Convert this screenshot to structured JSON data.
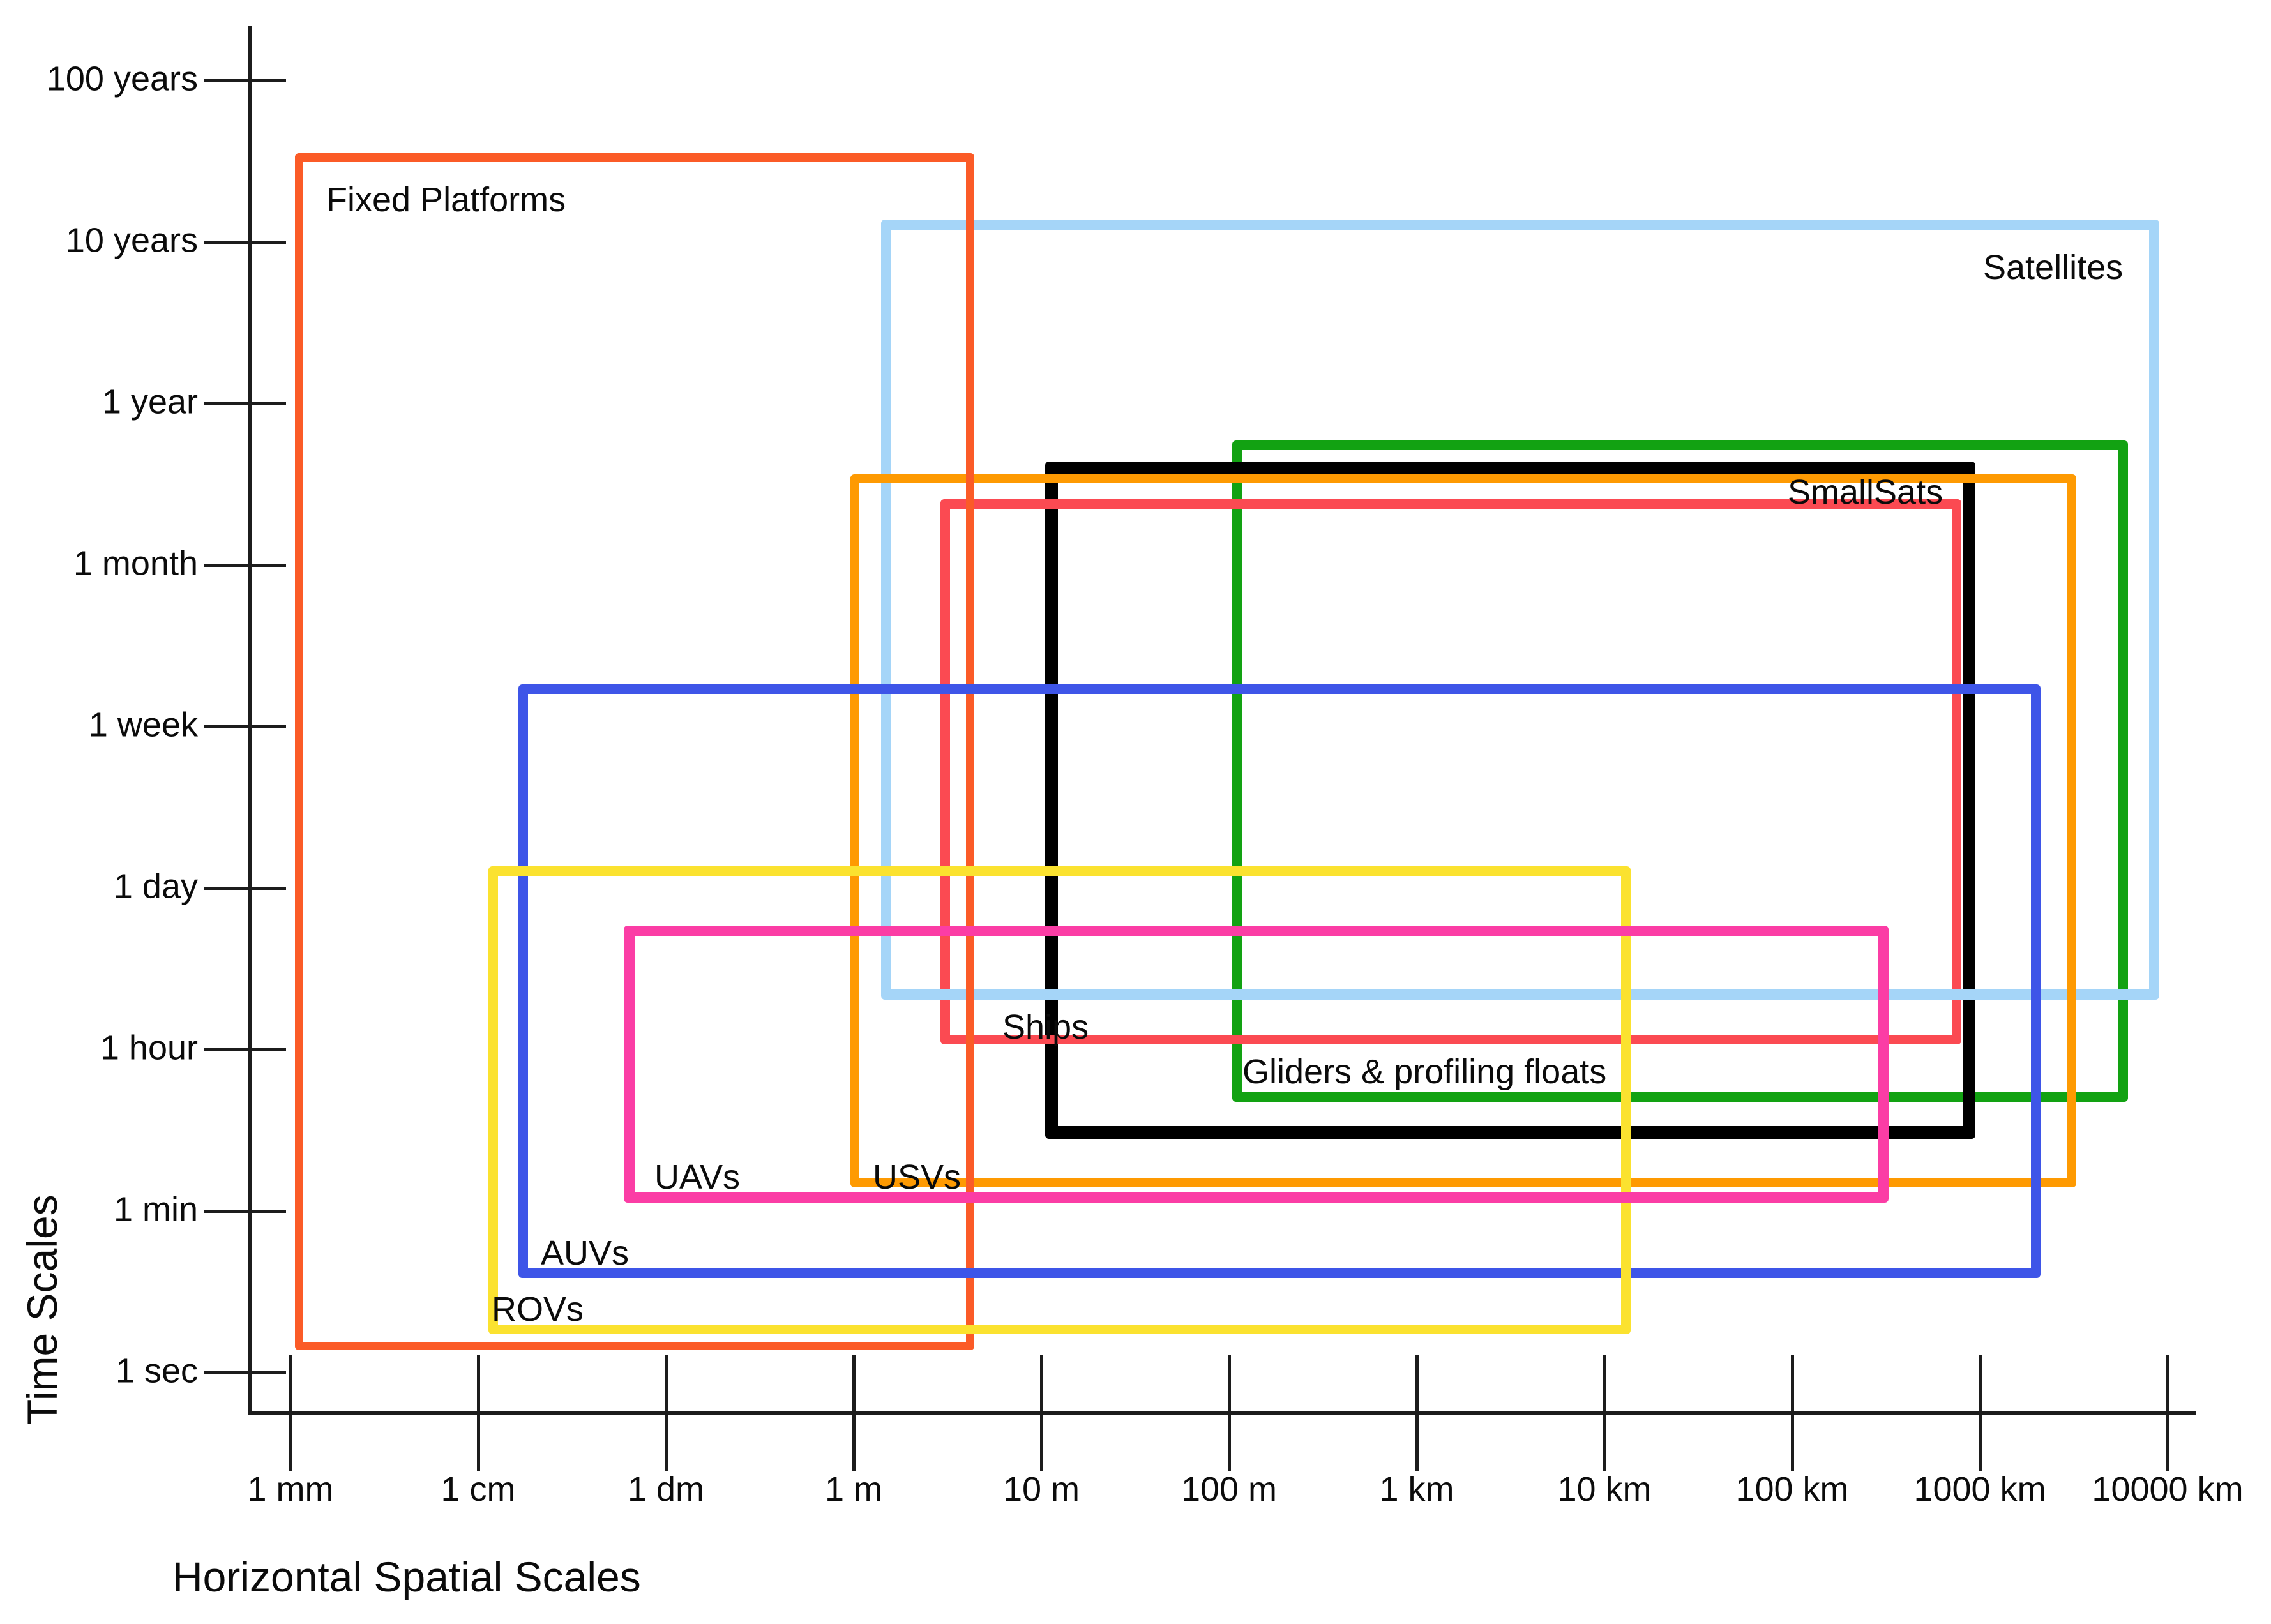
{
  "axes": {
    "x": {
      "title": "Horizontal Spatial Scales",
      "ticks": [
        {
          "label": "1 mm"
        },
        {
          "label": "1 cm"
        },
        {
          "label": "1 dm"
        },
        {
          "label": "1 m"
        },
        {
          "label": "10 m"
        },
        {
          "label": "100 m"
        },
        {
          "label": "1 km"
        },
        {
          "label": "10 km"
        },
        {
          "label": "100 km"
        },
        {
          "label": "1000 km"
        },
        {
          "label": "10000 km"
        }
      ]
    },
    "y": {
      "title": "Time Scales",
      "ticks": [
        {
          "label": "100 years"
        },
        {
          "label": "10 years"
        },
        {
          "label": "1 year"
        },
        {
          "label": "1 month"
        },
        {
          "label": "1 week"
        },
        {
          "label": "1 day"
        },
        {
          "label": "1 hour"
        },
        {
          "label": "1 min"
        },
        {
          "label": "1 sec"
        }
      ]
    }
  },
  "platforms": [
    {
      "label": "Fixed Platforms",
      "color": "#FB5B27",
      "spatial_range": "1 mm - 4 m",
      "time_range": "1.5 sec - 35 years"
    },
    {
      "label": "Satellites",
      "color": "#A5D5F8",
      "spatial_range": "1.5 m - 9000 km",
      "time_range": "3 hours - 13 years"
    },
    {
      "label": "SmallSats",
      "color": "#000000",
      "spatial_range": "10 m - 950 km",
      "time_range": "10 min - 5 months"
    },
    {
      "label": "Ships",
      "color": "#FB4A52",
      "spatial_range": "3 m - 800 km",
      "time_range": "1 hour - 3 months"
    },
    {
      "label": "Gliders & profiling floats",
      "color": "#12A212",
      "spatial_range": "100 m - 6000 km",
      "time_range": "15 min - 7 months"
    },
    {
      "label": "USVs",
      "color": "#FE9A02",
      "spatial_range": "1 m - 3000 km",
      "time_range": "2 min - 4 months"
    },
    {
      "label": "AUVs",
      "color": "#3E55E8",
      "spatial_range": "1.5 cm - 2000 km",
      "time_range": "10 sec - 10 days"
    },
    {
      "label": "UAVs",
      "color": "#FB3DA5",
      "spatial_range": "6 cm - 300 km",
      "time_range": "1 min - 12 hours"
    },
    {
      "label": "ROVs",
      "color": "#FBE22F",
      "spatial_range": "1 cm - 14 km",
      "time_range": "2.5 sec - 1.3 days"
    }
  ],
  "chart_data": {
    "type": "area",
    "subtype": "log-log range boxes (each platform drawn as an outlined rectangle spanning its spatial and temporal observing range)",
    "title": "",
    "xlabel": "Horizontal Spatial Scales",
    "ylabel": "Time Scales",
    "x_tick_labels": [
      "1 mm",
      "1 cm",
      "1 dm",
      "1 m",
      "10 m",
      "100 m",
      "1 km",
      "10 km",
      "100 km",
      "1000 km",
      "10000 km"
    ],
    "y_tick_labels": [
      "1 sec",
      "1 min",
      "1 hour",
      "1 day",
      "1 week",
      "1 month",
      "1 year",
      "10 years",
      "100 years"
    ],
    "grid": false,
    "legend": "labels placed inside each rectangle",
    "series": [
      {
        "name": "Fixed Platforms",
        "color": "#FB5B27",
        "x_range_m": [
          0.001,
          4.4
        ],
        "y_range_s": [
          1.5,
          1100000000
        ]
      },
      {
        "name": "Satellites",
        "color": "#A5D5F8",
        "x_range_m": [
          1.4,
          9000000
        ],
        "y_range_s": [
          9800,
          430000000
        ]
      },
      {
        "name": "SmallSats",
        "color": "#000000",
        "x_range_m": [
          10,
          950000
        ],
        "y_range_s": [
          620,
          13000000
        ]
      },
      {
        "name": "Ships",
        "color": "#FB4A52",
        "x_range_m": [
          2.9,
          800000
        ],
        "y_range_s": [
          3800,
          7300000
        ]
      },
      {
        "name": "Gliders & profiling floats",
        "color": "#12A212",
        "x_range_m": [
          100,
          6000000
        ],
        "y_range_s": [
          950,
          18000000
        ]
      },
      {
        "name": "USVs",
        "color": "#FE9A02",
        "x_range_m": [
          1,
          3200000
        ],
        "y_range_s": [
          110,
          10400000
        ]
      },
      {
        "name": "AUVs",
        "color": "#3E55E8",
        "x_range_m": [
          0.016,
          2100000
        ],
        "y_range_s": [
          11,
          860000
        ]
      },
      {
        "name": "UAVs",
        "color": "#FB3DA5",
        "x_range_m": [
          0.06,
          330000
        ],
        "y_range_s": [
          72,
          41000
        ]
      },
      {
        "name": "ROVs",
        "color": "#FBE22F",
        "x_range_m": [
          0.011,
          14000
        ],
        "y_range_s": [
          2.6,
          115000
        ]
      }
    ]
  }
}
